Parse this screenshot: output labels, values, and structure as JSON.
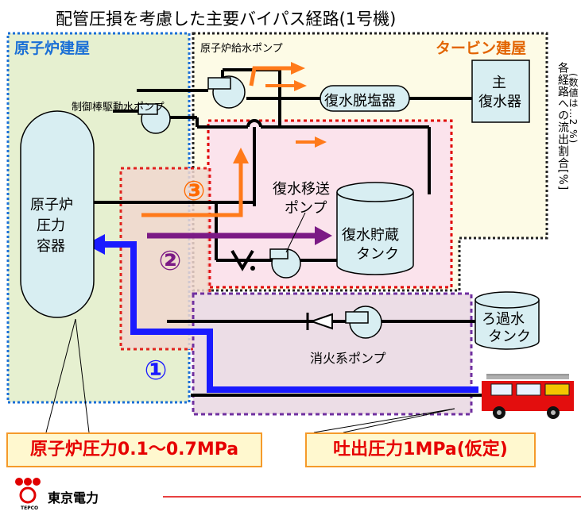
{
  "title": "配管圧損を考慮した主要バイパス経路(1号機)",
  "areas": {
    "reactor_building": "原子炉建屋",
    "turbine_building": "タービン建屋"
  },
  "components": {
    "rpv": [
      "原子炉",
      "圧力",
      "容器"
    ],
    "feedwater_pump": "原子炉給水ポンプ",
    "crd_pump": "制御棒駆動水ポンプ",
    "condensate_demineralizer": "復水脱塩器",
    "main_condenser": [
      "主",
      "復水器"
    ],
    "transfer_pump": [
      "復水移送",
      "ポンプ"
    ],
    "condensate_storage_tank": [
      "復水貯蔵",
      "タンク"
    ],
    "filtered_water_tank": [
      "ろ過水",
      "タンク"
    ],
    "fire_pump": "消火系ポンプ"
  },
  "routes": {
    "route1": "①",
    "route2": "②",
    "route3": "③"
  },
  "side_label_1": "各経路への流出割合[%]",
  "side_label_2": "(数値は…2 %)",
  "callouts": {
    "reactor_pressure": "原子炉圧力0.1～0.7MPa",
    "discharge_pressure": "吐出圧力1MPa(仮定)"
  },
  "footer": {
    "company": "東京電力",
    "logo_text": "TEPCO"
  },
  "colors": {
    "reactor_area_fill": "#e6f0d0",
    "reactor_area_border": "#1a6fd6",
    "turbine_area_fill": "#fdfbe6",
    "turbine_area_border": "#222222",
    "pink_zone_fill": "#fbe3ec",
    "pink_zone_border": "#e00000",
    "fire_zone_fill": "#ecdde6",
    "fire_zone_border": "#7030a0",
    "route1": "#1a1aff",
    "route2": "#7b1a85",
    "route3": "#ff7a1a",
    "component_fill": "#d8eef2",
    "callout_text": "#e60000",
    "footer_line": "#e00000"
  }
}
